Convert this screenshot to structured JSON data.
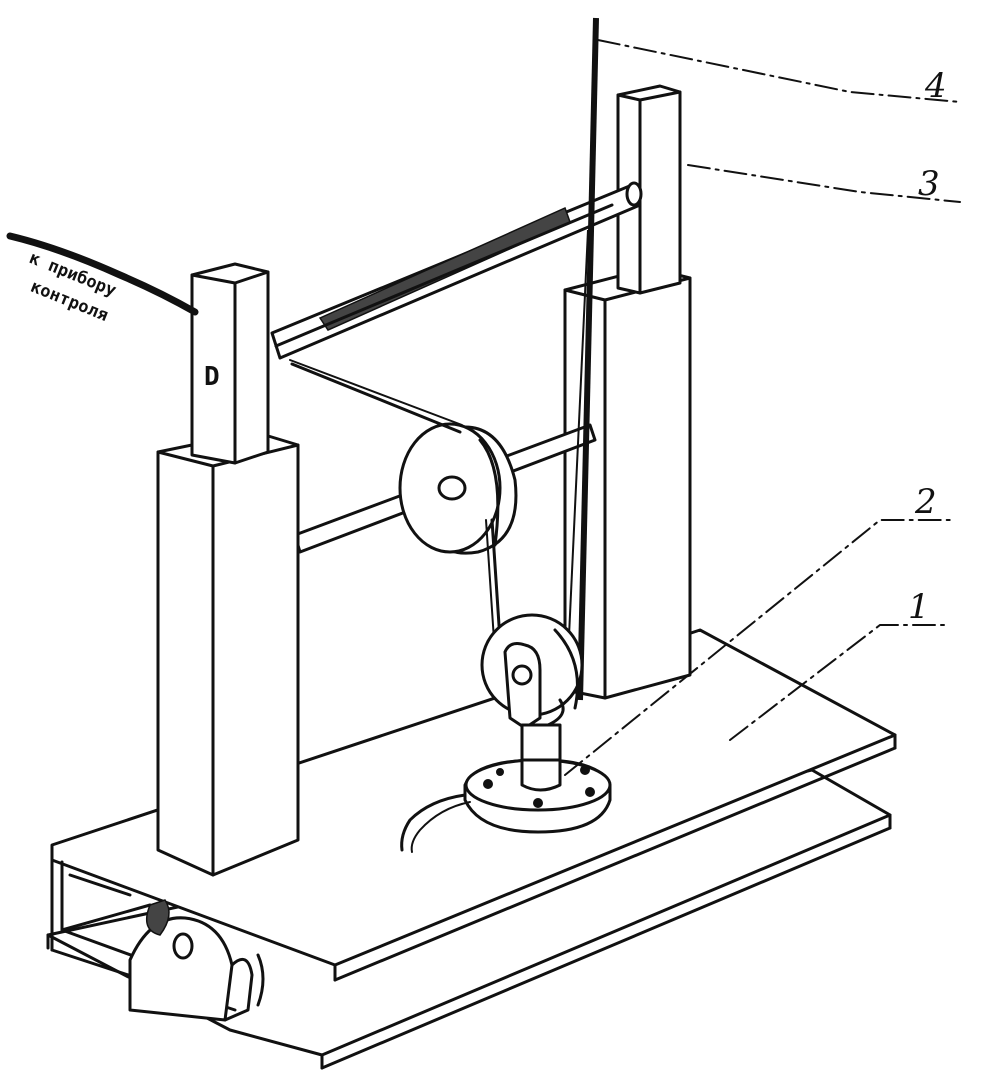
{
  "callouts": [
    {
      "id": "1",
      "label": "1"
    },
    {
      "id": "2",
      "label": "2"
    },
    {
      "id": "3",
      "label": "3"
    },
    {
      "id": "4",
      "label": "4"
    }
  ],
  "side_note": {
    "line1": "к прибору",
    "line2": "контроля"
  },
  "colors": {
    "ink": "#111111",
    "paper": "#ffffff"
  }
}
